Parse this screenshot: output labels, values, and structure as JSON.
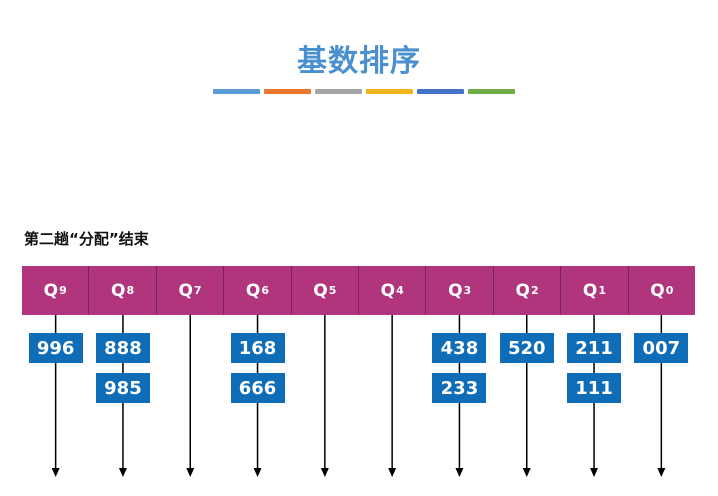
{
  "title": "基数排序",
  "subtitle": "第二趟“分配”结束",
  "accent_colors": [
    "#5b9bd5",
    "#e8762d",
    "#a5a5a5",
    "#f2b51c",
    "#4472c4",
    "#70ad47"
  ],
  "bucket_color": "#b0357c",
  "buckets": [
    {
      "label": "Q",
      "sub": "9",
      "items": [
        "996"
      ]
    },
    {
      "label": "Q",
      "sub": "8",
      "items": [
        "888",
        "985"
      ]
    },
    {
      "label": "Q",
      "sub": "7",
      "items": []
    },
    {
      "label": "Q",
      "sub": "6",
      "items": [
        "168",
        "666"
      ]
    },
    {
      "label": "Q",
      "sub": "5",
      "items": []
    },
    {
      "label": "Q",
      "sub": "4",
      "items": []
    },
    {
      "label": "Q",
      "sub": "3",
      "items": [
        "438",
        "233"
      ]
    },
    {
      "label": "Q",
      "sub": "2",
      "items": [
        "520"
      ]
    },
    {
      "label": "Q",
      "sub": "1",
      "items": [
        "211",
        "111"
      ]
    },
    {
      "label": "Q",
      "sub": "0",
      "items": [
        "007"
      ]
    }
  ]
}
